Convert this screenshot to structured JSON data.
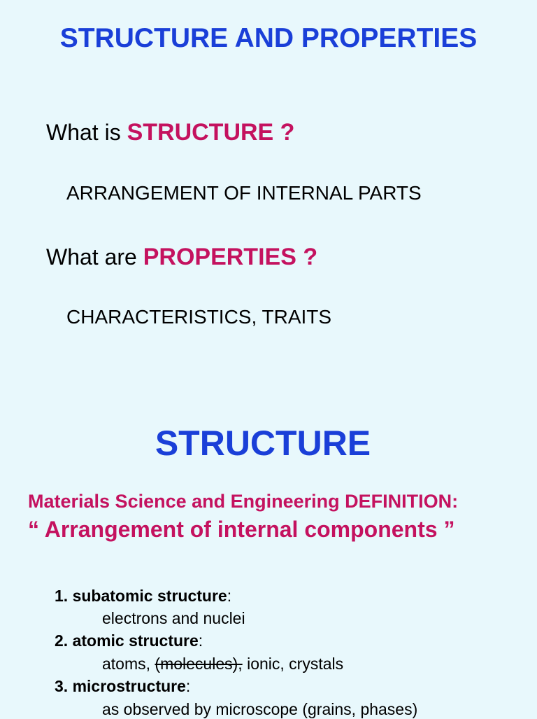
{
  "slide1": {
    "title": "STRUCTURE AND PROPERTIES",
    "q1_prefix": "What is ",
    "q1_keyword": "STRUCTURE ?",
    "a1": "ARRANGEMENT OF INTERNAL PARTS",
    "q2_prefix": "What are ",
    "q2_keyword": "PROPERTIES ?",
    "a2": "CHARACTERISTICS, TRAITS"
  },
  "slide2": {
    "title": "STRUCTURE",
    "definition_label": "Materials Science and Engineering DEFINITION:",
    "definition_quote": "“ Arrangement of internal components ”",
    "items": [
      {
        "number": "1. ",
        "heading": "subatomic structure",
        "colon": ":",
        "detail": "electrons and nuclei"
      },
      {
        "number": "2. ",
        "heading": "atomic structure",
        "colon": ":",
        "detail_pre": "atoms, ",
        "detail_struck": "(molecules),",
        "detail_post": " ionic, crystals"
      },
      {
        "number": "3. ",
        "heading": "microstructure",
        "colon": ":",
        "detail": "as observed by microscope (grains, phases)"
      }
    ]
  },
  "colors": {
    "background": "#e8f8fc",
    "title_blue": "#1a3fd8",
    "accent_magenta": "#c4125f",
    "text": "#000000"
  }
}
